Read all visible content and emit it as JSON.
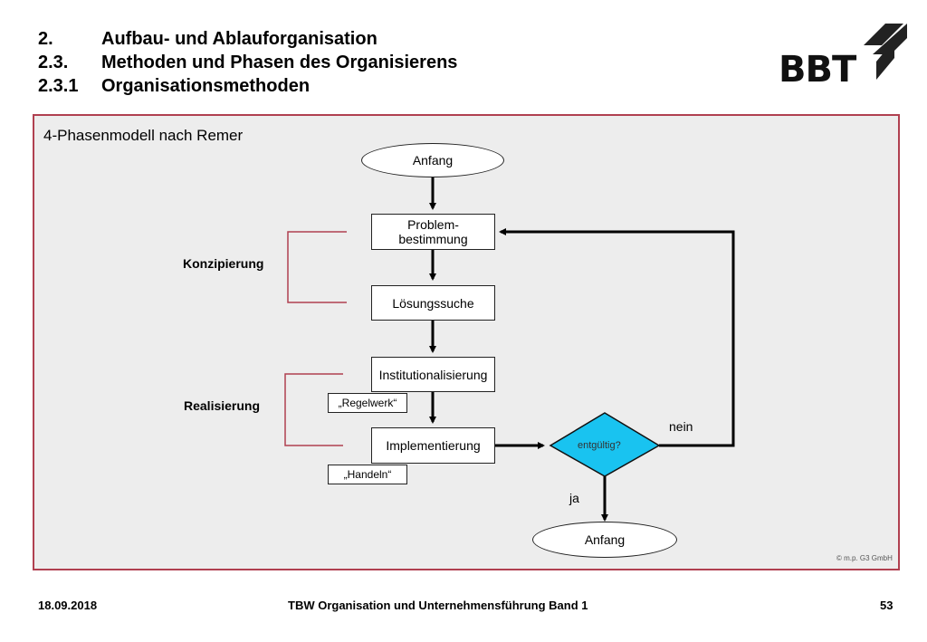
{
  "header": {
    "lines": [
      {
        "number": "2.",
        "text": "Aufbau- und Ablauforganisation"
      },
      {
        "number": "2.3.",
        "text": "Methoden und Phasen des Organisierens"
      },
      {
        "number": "2.3.1",
        "text": "Organisationsmethoden"
      }
    ],
    "logo_text": "BBT"
  },
  "diagram": {
    "subtitle": "4-Phasenmodell nach Remer",
    "start_node": "Anfang",
    "steps": [
      "Problem-\nbestimmung",
      "Lösungssuche",
      "Institutionalisierung",
      "Implementierung"
    ],
    "decision": "entgültig?",
    "end_node": "Anfang",
    "yes_label": "ja",
    "no_label": "nein",
    "phases": [
      "Konzipierung",
      "Realisierung"
    ],
    "notes": [
      "„Regelwerk“",
      "„Handeln“"
    ],
    "copyright": "© m.p. G3 GmbH"
  },
  "colors": {
    "panel_border": "#b04050",
    "decision_fill": "#19c3f0",
    "bracket": "#b04050"
  },
  "footer": {
    "date": "18.09.2018",
    "title": "TBW Organisation und Unternehmensführung Band 1",
    "page": "53"
  }
}
